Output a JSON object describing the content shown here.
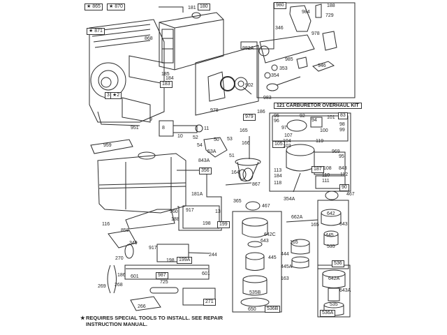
{
  "diagram": {
    "type": "exploded-parts-diagram",
    "subject": "engine parts (blower housing, fuel tank, controls, carburetor, air cleaner)",
    "labels": {
      "p865": "★ 865",
      "p870": "★ 870",
      "p871": "★ 871",
      "p868": "868",
      "p3": "3",
      "p2": "★2",
      "p181": "181",
      "p180": "180",
      "p185": "185",
      "p184": "184",
      "p183": "183",
      "p980": "980",
      "p984": "984",
      "p188": "188",
      "p729": "729",
      "p346": "346",
      "p978a": "978",
      "p982A": "982A",
      "p985": "985",
      "p353": "353",
      "p354": "354",
      "p946": "946",
      "p983": "983",
      "p902": "902",
      "p978b": "978",
      "p979": "979",
      "p186": "186",
      "p951": "951",
      "p959": "959",
      "p9": "9",
      "p8": "8",
      "p10": "10",
      "p11": "11",
      "p52": "52",
      "p50": "50",
      "p54": "54",
      "p53": "53",
      "p53A": "53A",
      "p51": "51",
      "p843A": "843A",
      "p165a": "165",
      "p166": "166",
      "p164": "164",
      "p867": "867",
      "p365": "365",
      "p356": "356",
      "p181A": "181A",
      "p917a": "917",
      "p198a": "198",
      "p13": "13",
      "p199": "199",
      "p960": "960",
      "p188b": "188",
      "p116": "116",
      "p858": "858",
      "p349": "349",
      "p917b": "917",
      "p198b": "198",
      "p199A": "199A",
      "p244": "244",
      "p270": "270",
      "p186b": "186",
      "p601a": "601",
      "p987": "987",
      "p601b": "601",
      "p269": "269",
      "p268": "268",
      "p725": "725",
      "p266": "266",
      "p271": "271",
      "p467a": "467",
      "p642C": "642C",
      "p643a": "643",
      "p445a": "445",
      "p535B": "535B",
      "p650": "650",
      "p536B": "536B",
      "p354A": "354A",
      "p662A": "662A",
      "p165b": "165",
      "p165c": "165",
      "p444": "444",
      "p445A": "445A",
      "p163": "163",
      "p467b": "467",
      "p642": "642",
      "p643b": "643",
      "p445b": "445",
      "p535a": "535",
      "p536": "536",
      "p642A": "642A",
      "p643A": "643A",
      "p535b": "535",
      "p536A": "536A"
    },
    "carb_kit": {
      "title": "121 CARBURETOR OVERHAUL KIT",
      "labels": {
        "k95a": "95",
        "k96": "96",
        "k97": "97",
        "k92": "92",
        "k83": "83",
        "k94": "94",
        "k101": "101",
        "k98": "98",
        "k99": "99",
        "k100": "100",
        "k107": "107",
        "k105": "105",
        "k104": "104",
        "k103": "103",
        "k119": "119",
        "k969": "969",
        "k95b": "95",
        "k187": "187",
        "k108": "108",
        "k843": "843",
        "k113": "113",
        "k184": "184",
        "k110": "110",
        "k112": "112",
        "k111": "111",
        "k118": "118",
        "k90": "90"
      }
    },
    "footnote": {
      "symbol": "★",
      "text": "REQUIRES SPECIAL TOOLS TO INSTALL. SEE REPAIR INSTRUCTION MANUAL."
    }
  }
}
